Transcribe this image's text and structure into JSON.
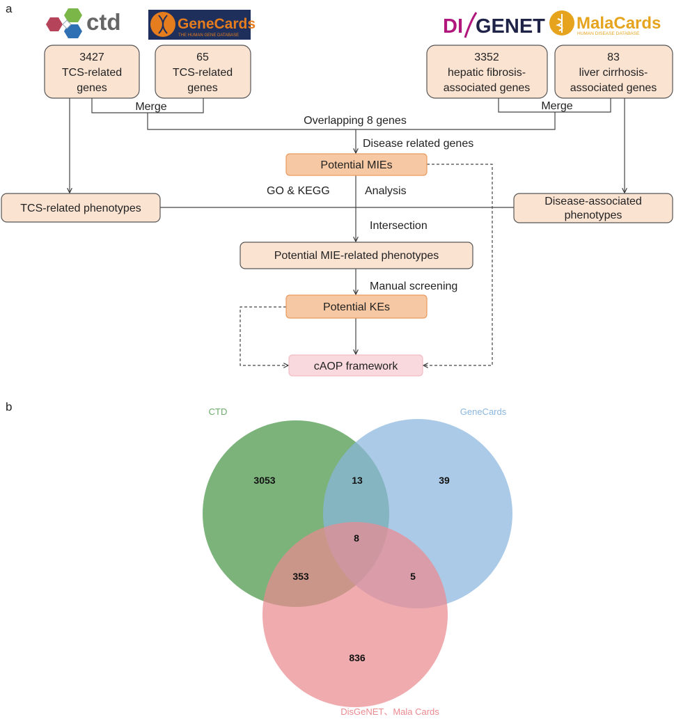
{
  "panel_a": {
    "label": "a",
    "logos": {
      "ctd": {
        "text": "ctd",
        "colors": [
          "#b5435a",
          "#7ab648",
          "#2f6fb3"
        ]
      },
      "genecards": {
        "text": "GeneCards",
        "subtext": "THE HUMAN GENE DATABASE",
        "colors": [
          "#1e2f5c",
          "#e57d1e"
        ]
      },
      "disgenet": {
        "text_left": "DI",
        "text_right": "GENET",
        "colors": [
          "#b0167c",
          "#1f2347"
        ]
      },
      "malacards": {
        "text": "MalaCards",
        "subtext": "HUMAN DISEASE DATABASE",
        "color": "#e6a41e"
      }
    },
    "source_boxes": [
      {
        "count": "3427",
        "line1": "TCS-related",
        "line2": "genes"
      },
      {
        "count": "65",
        "line1": "TCS-related",
        "line2": "genes"
      },
      {
        "count": "3352",
        "line1": "hepatic fibrosis-",
        "line2": "associated genes"
      },
      {
        "count": "83",
        "line1": "liver cirrhosis-",
        "line2": "associated genes"
      }
    ],
    "merge_left": "Merge",
    "merge_right": "Merge",
    "overlap": "Overlapping 8 genes",
    "disease_related": "Disease related genes",
    "mies": "Potential MIEs",
    "go_kegg": "GO & KEGG",
    "analysis": "Analysis",
    "tcs_phenotypes": "TCS-related phenotypes",
    "disease_phenotypes_1": "Disease-associated",
    "disease_phenotypes_2": "phenotypes",
    "intersection": "Intersection",
    "mie_phenotypes": "Potential MIE-related phenotypes",
    "manual_screening": "Manual screening",
    "kes": "Potential KEs",
    "caop": "cAOP framework",
    "colors": {
      "light_box": "#fbe3d2",
      "orange_box": "#f6c8a3",
      "orange_border": "#e89a5e",
      "pink_box": "#f9d9de"
    }
  },
  "panel_b": {
    "label": "b",
    "sets": [
      {
        "name": "CTD",
        "color": "#4f9a4f"
      },
      {
        "name": "GeneCards",
        "color": "#8ab6de"
      },
      {
        "name": "DisGeNET、Mala Cards",
        "color": "#ea8a90"
      }
    ],
    "regions": {
      "ctd_only": "3053",
      "ctd_genecards": "13",
      "genecards_only": "39",
      "all_three": "8",
      "ctd_disease": "353",
      "genecards_disease": "5",
      "disease_only": "836"
    }
  }
}
